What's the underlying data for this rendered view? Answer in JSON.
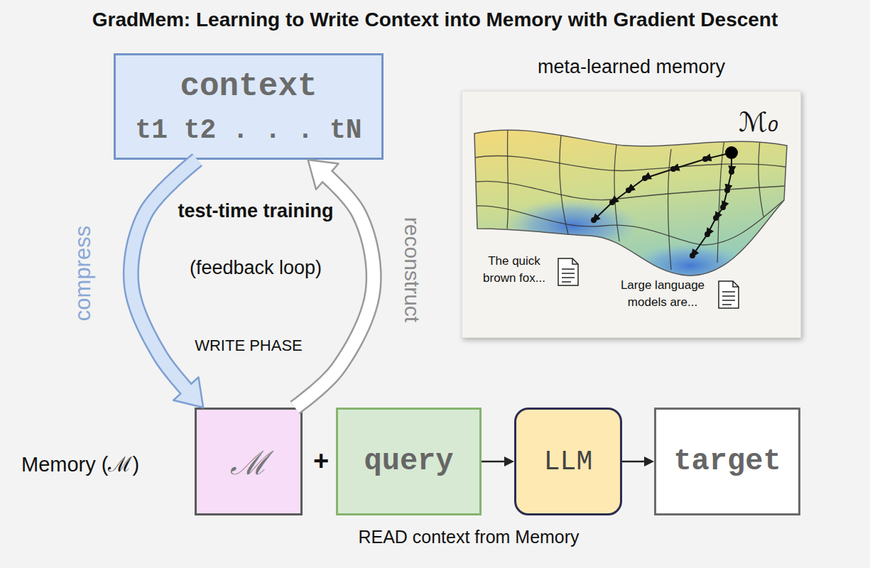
{
  "diagram": {
    "title": "GradMem: Learning to Write Context into Memory with Gradient Descent",
    "nodes": [
      {
        "text": [
          "context",
          "t1 t2 . . . tN"
        ]
      },
      {
        "text": [
          "meta-learned memory"
        ]
      },
      {
        "text": [
          "ℳ"
        ]
      },
      {
        "text": [
          "query"
        ]
      },
      {
        "text": [
          "LLM"
        ]
      },
      {
        "text": [
          "target"
        ]
      }
    ],
    "edges": [
      {
        "from": 0,
        "to": 2,
        "label": "compress",
        "arrow": "to"
      },
      {
        "from": 2,
        "to": 0,
        "label": "reconstruct",
        "arrow": "to"
      },
      {
        "from": 3,
        "to": 4,
        "arrow": "to"
      },
      {
        "from": 4,
        "to": 5,
        "arrow": "to"
      }
    ],
    "labels": [
      "test-time training",
      "(feedback loop)",
      "WRITE PHASE",
      "ℳ₀",
      "The quick brown fox...",
      "Large language models are...",
      "Memory (ℳ)",
      "+",
      "READ context from Memory"
    ]
  }
}
